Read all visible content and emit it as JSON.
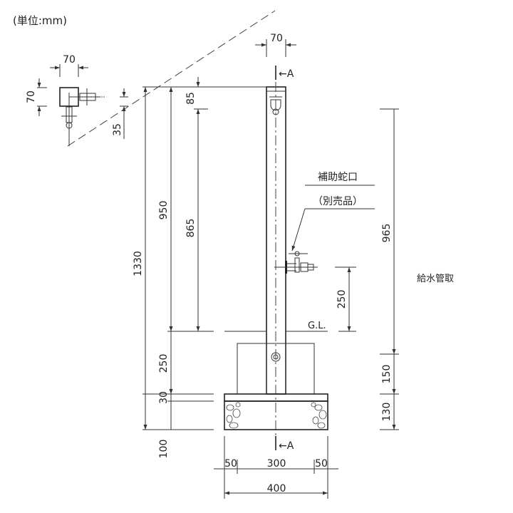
{
  "title": "(単位:mm)",
  "section_marker": "←A",
  "labels": {
    "faucet_name": "補助蛇口",
    "faucet_note": "（別売品）",
    "ground_level": "G.L.",
    "water_supply": "給水管取"
  },
  "plan_view": {
    "width": "70",
    "depth": "70",
    "offset": "35"
  },
  "dimensions": {
    "post_width": "70",
    "total_height": "1330",
    "above_ground": "950",
    "top_to_faucet": "85",
    "faucet_to_gl": "865",
    "embed": "250",
    "slab": "30",
    "gravel": "100",
    "supply_height": "965",
    "block": "150",
    "base": "130",
    "aux_faucet_height": "250",
    "bottom_left": "50",
    "bottom_mid": "300",
    "bottom_right": "50",
    "bottom_total": "400"
  }
}
